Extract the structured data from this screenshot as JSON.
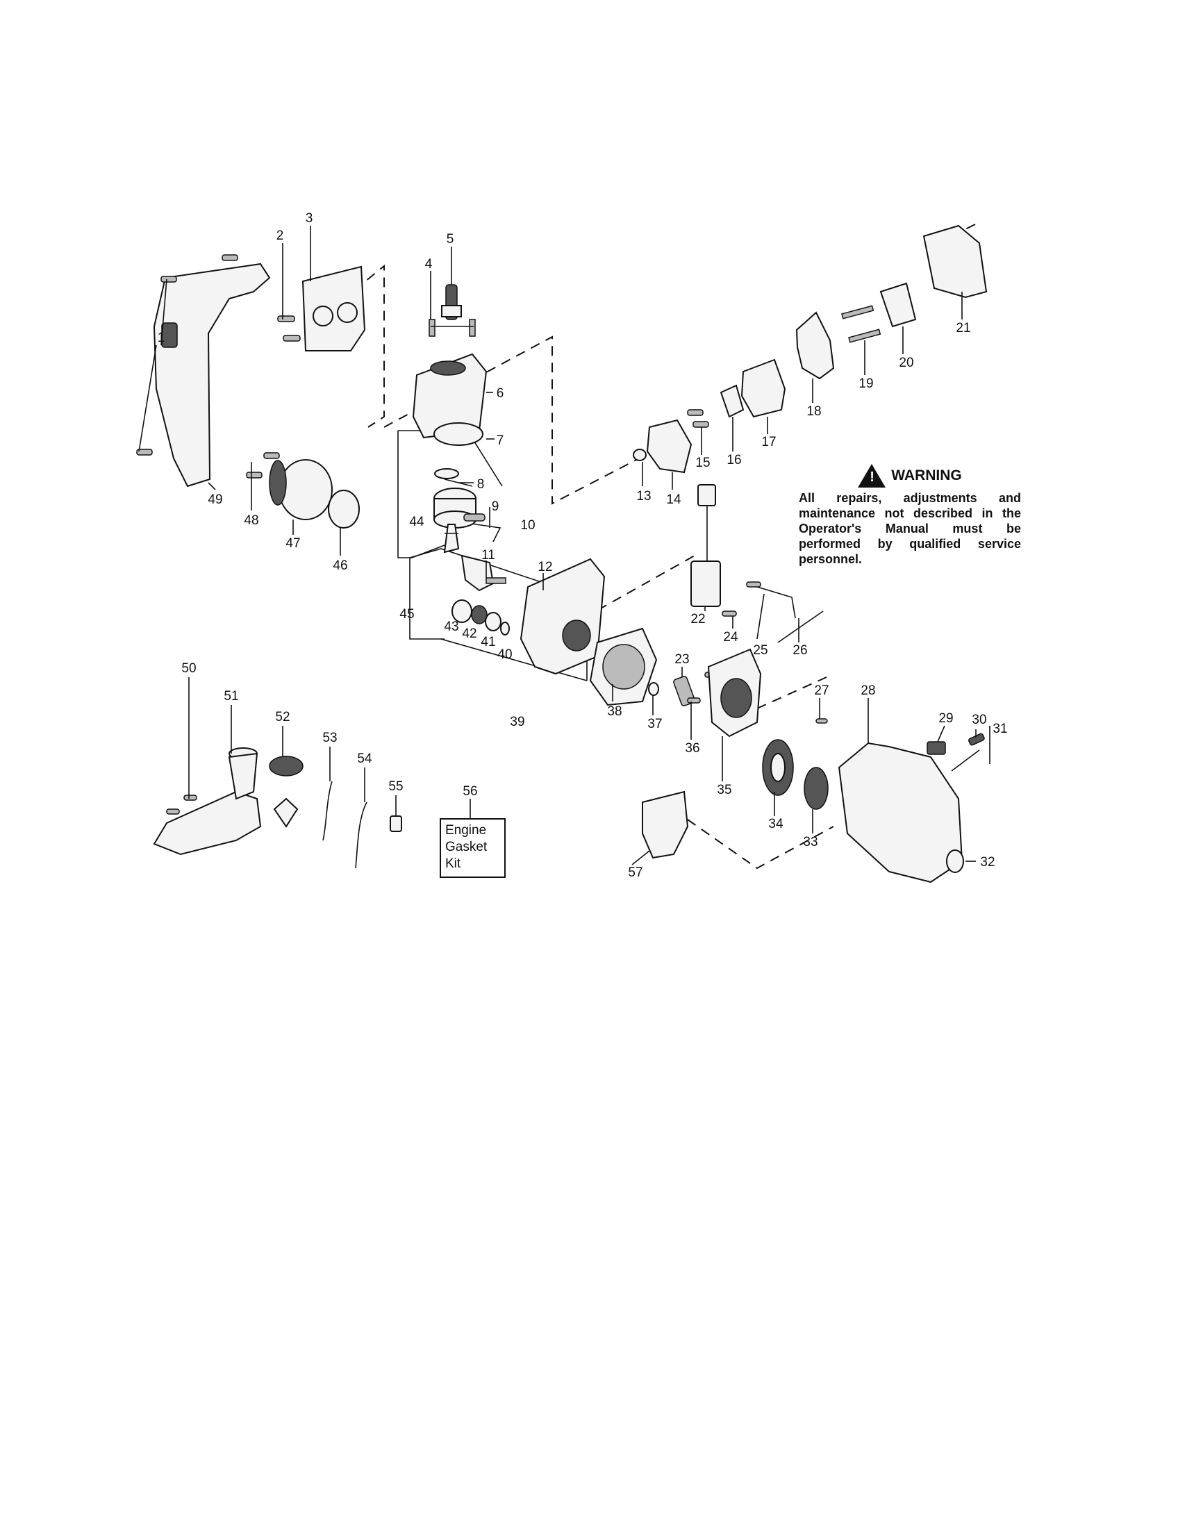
{
  "warning": {
    "title": "WARNING",
    "text": "All repairs, adjustments and maintenance not described in the Operator's Manual must be performed by qualified service personnel.",
    "icon": "warning-triangle-icon"
  },
  "kit_box": {
    "text": "Engine Gasket Kit",
    "number": "56"
  },
  "callouts": [
    "1",
    "2",
    "3",
    "4",
    "5",
    "6",
    "7",
    "8",
    "9",
    "10",
    "11",
    "12",
    "13",
    "14",
    "15",
    "16",
    "17",
    "18",
    "19",
    "20",
    "21",
    "22",
    "23",
    "24",
    "25",
    "26",
    "27",
    "28",
    "29",
    "30",
    "31",
    "32",
    "33",
    "34",
    "35",
    "36",
    "37",
    "38",
    "39",
    "40",
    "41",
    "42",
    "43",
    "44",
    "45",
    "46",
    "47",
    "48",
    "49",
    "50",
    "51",
    "52",
    "53",
    "54",
    "55",
    "57"
  ]
}
